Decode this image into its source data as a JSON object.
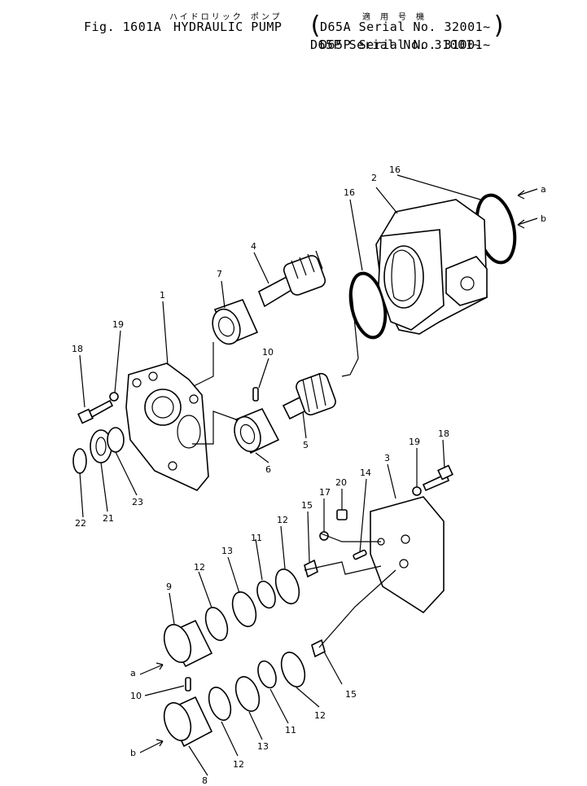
{
  "header": {
    "fig_label": "Fig. 1601A",
    "title_jp": "ハイドロリック ポンプ",
    "title_en": "HYDRAULIC PUMP",
    "applicable_jp": "適 用 号 機",
    "serial_a": "D65A Serial No. 32001~",
    "serial_b": "D65P Serial No. 31001~"
  },
  "callouts": [
    {
      "id": "c16a",
      "text": "16"
    },
    {
      "id": "c2",
      "text": "2"
    },
    {
      "id": "ca1",
      "text": "a"
    },
    {
      "id": "cb1",
      "text": "b"
    },
    {
      "id": "c16b",
      "text": "16"
    },
    {
      "id": "c4",
      "text": "4"
    },
    {
      "id": "c7",
      "text": "7"
    },
    {
      "id": "c1",
      "text": "1"
    },
    {
      "id": "c19a",
      "text": "19"
    },
    {
      "id": "c18a",
      "text": "18"
    },
    {
      "id": "c10a",
      "text": "10"
    },
    {
      "id": "c5",
      "text": "5"
    },
    {
      "id": "c6",
      "text": "6"
    },
    {
      "id": "c22",
      "text": "22"
    },
    {
      "id": "c21",
      "text": "21"
    },
    {
      "id": "c23",
      "text": "23"
    },
    {
      "id": "c3",
      "text": "3"
    },
    {
      "id": "c18b",
      "text": "18"
    },
    {
      "id": "c19b",
      "text": "19"
    },
    {
      "id": "c20",
      "text": "20"
    },
    {
      "id": "c14",
      "text": "14"
    },
    {
      "id": "c17",
      "text": "17"
    },
    {
      "id": "c15a",
      "text": "15"
    },
    {
      "id": "c12a",
      "text": "12"
    },
    {
      "id": "c11a",
      "text": "11"
    },
    {
      "id": "c13a",
      "text": "13"
    },
    {
      "id": "c12b",
      "text": "12"
    },
    {
      "id": "c9",
      "text": "9"
    },
    {
      "id": "ca2",
      "text": "a"
    },
    {
      "id": "c10b",
      "text": "10"
    },
    {
      "id": "c12c",
      "text": "12"
    },
    {
      "id": "c15b",
      "text": "15"
    },
    {
      "id": "c11b",
      "text": "11"
    },
    {
      "id": "c13b",
      "text": "13"
    },
    {
      "id": "c12d",
      "text": "12"
    },
    {
      "id": "cb2",
      "text": "b"
    },
    {
      "id": "c8",
      "text": "8"
    }
  ]
}
